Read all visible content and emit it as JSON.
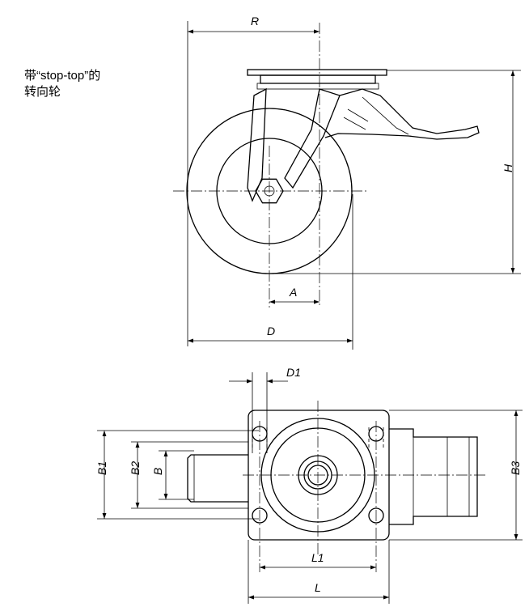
{
  "caption": {
    "line1": "带“stop-top”的",
    "line2": "转向轮"
  },
  "dimensions": {
    "R": "R",
    "H": "H",
    "A": "A",
    "D": "D",
    "D1": "D1",
    "B1": "B1",
    "B2": "B2",
    "B": "B",
    "B3": "B3",
    "L1": "L1",
    "L": "L"
  }
}
